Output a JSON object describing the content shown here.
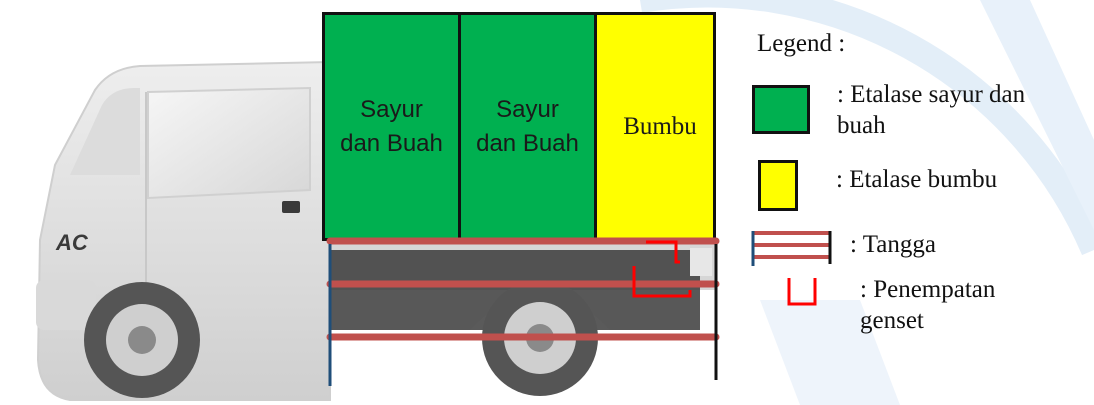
{
  "diagram": {
    "compartments": [
      {
        "label": "Sayur\ndan Buah"
      },
      {
        "label": "Sayur\ndan Buah"
      },
      {
        "label": "Bumbu"
      }
    ],
    "truck_badge": "AC",
    "legend": {
      "title": "Legend :",
      "items": [
        {
          "key": "veg",
          "text": ": Etalase sayur dan\nbuah",
          "color": "#00b050"
        },
        {
          "key": "spice",
          "text": ": Etalase bumbu",
          "color": "#ffff00"
        },
        {
          "key": "ladder",
          "text": ": Tangga",
          "color": "#c0504d"
        },
        {
          "key": "genset",
          "text": ": Penempatan\ngenset",
          "color": "#ff0000"
        }
      ]
    },
    "colors": {
      "green": "#00b050",
      "yellow": "#ffff00",
      "ladder_red": "#c0504d",
      "genset_red": "#ff0000",
      "post_blue": "#1f4e79",
      "outline": "#111111"
    }
  }
}
